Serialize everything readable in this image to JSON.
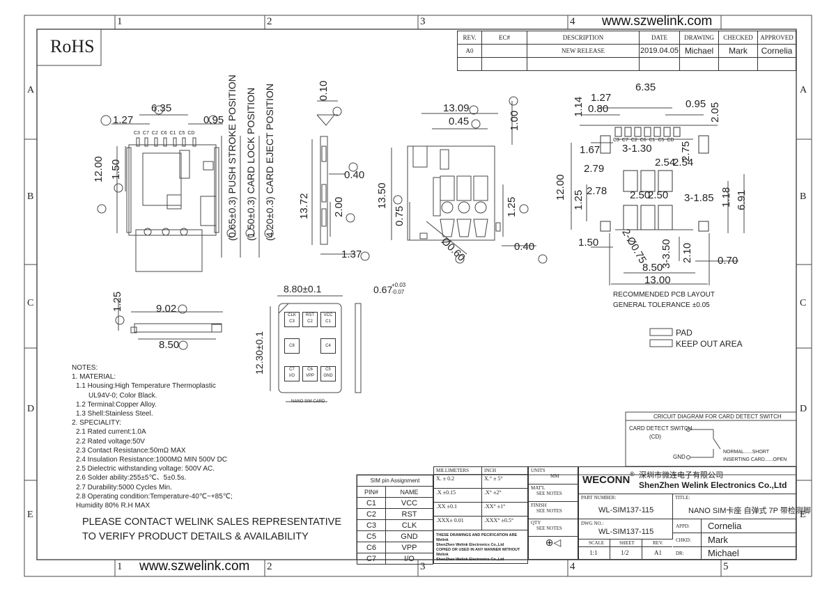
{
  "watermark": {
    "top": "www.szwelink.com",
    "bottom": "www.szwelink.com"
  },
  "grid": {
    "cols": [
      "1",
      "2",
      "3",
      "4",
      "5"
    ],
    "rows": [
      "A",
      "B",
      "C",
      "D",
      "E"
    ]
  },
  "rohs": "RoHS",
  "revision": {
    "headers": [
      "REV.",
      "EC#",
      "DESCRIPTION",
      "DATE",
      "DRAWING",
      "CHECKED",
      "APPROVED"
    ],
    "row": [
      "A0",
      "",
      "NEW RELEASE",
      "2019.04.05",
      "Michael",
      "Mark",
      "Cornelia"
    ]
  },
  "dims_top": {
    "d635": "6.35",
    "d127": "1.27",
    "d095": "0.95",
    "d1200": "12.00",
    "d150": "1.50",
    "pins": "C3 C7 C2 C6 C1 C5 CD",
    "pos1": "(0.65±0.3) PUSH STROKE POSITION",
    "pos2": "(1.50±0.3) CARD LOCK POSITION",
    "pos3": "(4.20±0.3) CARD EJECT POSITION",
    "s010": "0.10",
    "s1372": "13.72",
    "s040": "0.40",
    "s200": "2.00",
    "s137": "1.37",
    "f1309": "13.09",
    "f045": "0.45",
    "f100": "1.00",
    "f1350": "13.50",
    "f075": "0.75",
    "f125": "1.25",
    "f040": "0.40",
    "f060": "Ø0.60"
  },
  "pcb": {
    "p635": "6.35",
    "p127": "1.27",
    "p080": "0.80",
    "p114": "1.14",
    "p095": "0.95",
    "p205": "2.05",
    "p167": "1.67",
    "p3130": "3-1.30",
    "p275": "2.75",
    "p254a": "2.54",
    "p254b": "2.54",
    "p279": "2.79",
    "p1200": "12.00",
    "p125": "1.25",
    "p278": "2.78",
    "p250a": "2.50",
    "p250b": "2.50",
    "p3185": "3-1.85",
    "p118": "1.18",
    "p691": "6.91",
    "p150": "1.50",
    "p2075": "2-Ø0.75",
    "p3350": "3-3.50",
    "p210": "2.10",
    "p070": "0.70",
    "p850": "8.50",
    "p1300": "13.00",
    "pins": "C3 C7 C2 C6 C1 C5 CD",
    "caption1": "RECOMMENDED PCB LAYOUT",
    "caption2": "GENERAL TOLERANCE ±0.05"
  },
  "legend": {
    "pad": "PAD",
    "keepout": "KEEP OUT AREA"
  },
  "side": {
    "h125": "1.25",
    "w902": "9.02",
    "w850": "8.50"
  },
  "card": {
    "w": "8.80±0.1",
    "h": "12.30±0.1",
    "t": "0.67",
    "tplus": "+0.03",
    "tminus": "-0.07",
    "label": "NANO SIM CARD",
    "cells": [
      [
        "CLK",
        "C3"
      ],
      [
        "RST",
        "C2"
      ],
      [
        "VCC",
        "C1"
      ],
      [
        "C8",
        ""
      ],
      [
        "C4",
        ""
      ],
      [
        "C7",
        "I/O"
      ],
      [
        "C6",
        "VPP"
      ],
      [
        "C5",
        "GND"
      ]
    ]
  },
  "notes": [
    "NOTES:",
    "1. MATERIAL:",
    "  1.1 Housing:High Temperature Thermoplastic",
    "        UL94V-0; Color Black.",
    "  1.2 Terminal:Copper Alloy.",
    "  1.3 Shell:Stainless Steel.",
    "2. SPECIALITY:",
    "  2.1 Rated current:1.0A",
    "  2.2 Rated voltage:50V",
    "  2.3 Contact Resistance:50mΩ MAX",
    "  2.4 Insulation Resistance:1000MΩ MIN 500V DC",
    "  2.5 Dielectric withstanding voltage: 500V AC.",
    "  2.6 Solder ability:255±5℃、5±0.5s.",
    "  2.7 Durability:5000 Cycles Min.",
    "  2.8 Operating condition:Temperature-40℃~+85℃;",
    "  Humidity 80% R.H MAX"
  ],
  "contact": [
    "PLEASE CONTACT WELINK SALES REPRESENTATIVE",
    "TO VERIFY PRODUCT DETAILS & AVAILABILITY"
  ],
  "circuit": {
    "title": "CRICUIT DIAGRAM FOR CARD DETECT SWITCH",
    "switch": "CARD DETECT SWITCH",
    "cd": "(CD)",
    "gnd": "GND",
    "normal": "NORMAL......SHORT",
    "inserting": "INSERTING CARD......OPEN"
  },
  "sim_table": {
    "title": "SIM pin Assignment",
    "headers": [
      "PIN#",
      "NAME"
    ],
    "rows": [
      [
        "C1",
        "VCC"
      ],
      [
        "C2",
        "RST"
      ],
      [
        "C3",
        "CLK"
      ],
      [
        "C5",
        "GND"
      ],
      [
        "C6",
        "VPP"
      ],
      [
        "C7",
        "I/O"
      ]
    ]
  },
  "tolerance": {
    "mm": "MILLIMETERS",
    "inch": "INCH",
    "rows": [
      [
        "X.   ±  0.2",
        "X.°   ±  5°"
      ],
      [
        ".X   ±0.15",
        ".X°   ±2°"
      ],
      [
        ".XX  ±0.1",
        ".XX°  ±1°"
      ],
      [
        ".XXX± 0.01",
        ".XXX° ±0.5°"
      ]
    ],
    "warn1": "THESE DRAWINGS AND PECIFICATION  ARE Welink",
    "warn2": "ShenZhen Welink Electronics Co.,Ltd",
    "warn3": "COPIED OR USED IN ANY MANNER WITHOUT Welink",
    "warn4": "ShenZhen Welink Electronics Co.,Ltd"
  },
  "units": {
    "units": "UNITS",
    "mm": "MM",
    "matl": "MAT'L",
    "see1": "SEE NOTES",
    "finish": "FINISH",
    "see2": "SEE NOTES",
    "qty": "QTY",
    "see3": "SEE NOTES"
  },
  "title_block": {
    "brand": "WECONN",
    "reg": "®",
    "cn": "深圳市微连电子有限公司",
    "en": "ShenZhen Welink Electronics Co.,Ltd",
    "part_lbl": "PART NUMBER:",
    "part": "WL-SIM137-115",
    "dwg_lbl": "DWG NO.:",
    "dwg": "WL-SIM137-115",
    "title_lbl": "TITLE:",
    "title": "NANO SIM卡座 自弹式 7P 带检测脚",
    "scale_lbl": "SCALE",
    "scale": "1:1",
    "sheet_lbl": "SHEET",
    "sheet": "1/2",
    "rev_lbl": "REV.",
    "rev": "A1",
    "appd_lbl": "APPD:",
    "appd": "Cornelia",
    "chkd_lbl": "CHKD:",
    "chkd": "Mark",
    "dr_lbl": "DR:",
    "dr": "Michael"
  }
}
